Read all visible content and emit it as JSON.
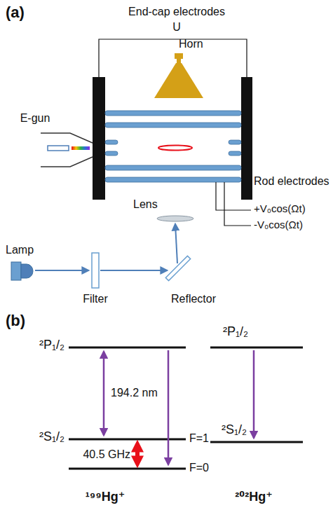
{
  "diagram": {
    "labels": [
      "(a)",
      "End-cap electrodes",
      "U",
      "Horn",
      "E-gun",
      "Rod electrodes",
      "+V₀cos(Ωt)",
      "-V₀cos(Ωt)",
      "Lens",
      "Lamp",
      "Filter",
      "Reflector",
      "(b)",
      "²P₁/₂",
      "²P₁/₂",
      "194.2 nm",
      "²S₁/₂",
      "F=1",
      "F=0",
      "40.5 GHz",
      "²S₁/₂",
      "¹⁹⁹Hg⁺",
      "²⁰²Hg⁺"
    ]
  }
}
